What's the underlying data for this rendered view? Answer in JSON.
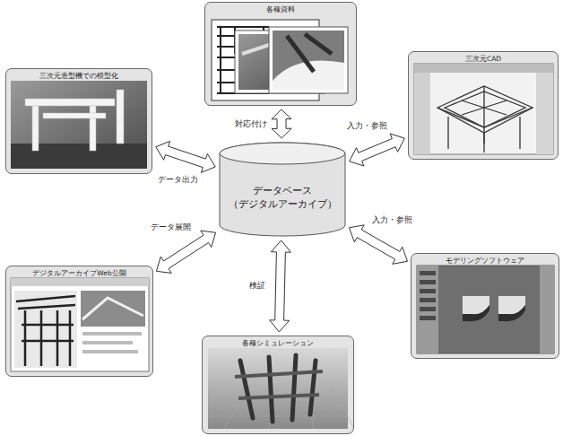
{
  "diagram": {
    "nodes": [
      {
        "text": [
          "各種資料"
        ]
      },
      {
        "text": [
          "三次元造型機での模型化"
        ]
      },
      {
        "text": [
          "三次元CAD"
        ]
      },
      {
        "text": [
          "データベース （デジタルアーカイブ）"
        ]
      },
      {
        "text": [
          "デジタルアーカイブWeb公開"
        ]
      },
      {
        "text": [
          "モデリングソフトウェア"
        ]
      },
      {
        "text": [
          "各種シミュレーション"
        ]
      }
    ],
    "edges": [
      {
        "from": 0,
        "to": 3,
        "label": "対応付け",
        "arrow": "both"
      },
      {
        "from": 1,
        "to": 3,
        "label": "データ出力",
        "arrow": "both"
      },
      {
        "from": 2,
        "to": 3,
        "label": "入力・参照",
        "arrow": "both"
      },
      {
        "from": 4,
        "to": 3,
        "label": "データ展開",
        "arrow": "both"
      },
      {
        "from": 5,
        "to": 3,
        "label": "入力・参照",
        "arrow": "both"
      },
      {
        "from": 6,
        "to": 3,
        "label": "検証",
        "arrow": "both"
      }
    ]
  }
}
